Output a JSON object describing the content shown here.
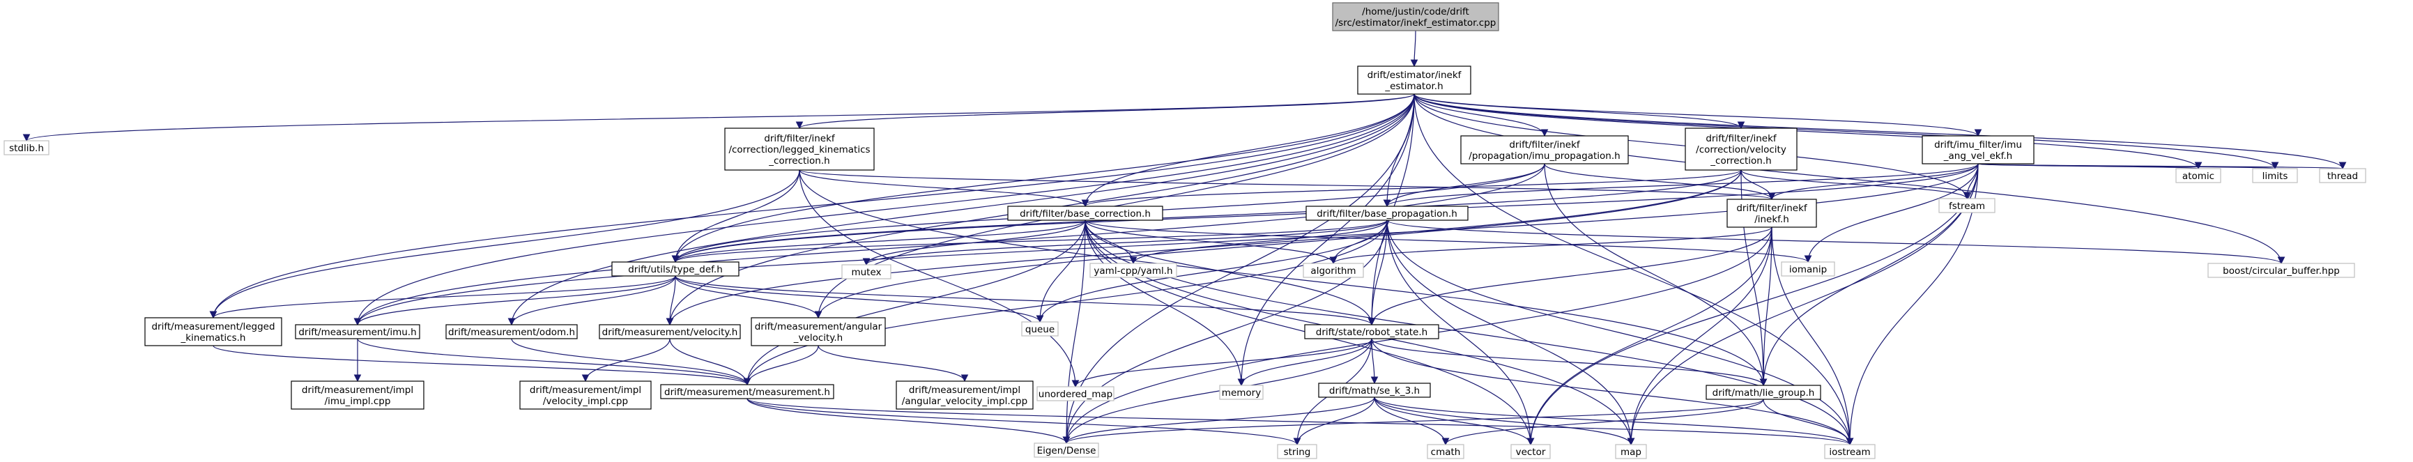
{
  "graph": {
    "root": {
      "lines": [
        "/home/justin/code/drift",
        "/src/estimator/inekf_estimator.cpp"
      ]
    },
    "estimator_h": {
      "lines": [
        "drift/estimator/inekf",
        "_estimator.h"
      ]
    },
    "stdlib": {
      "lines": [
        "stdlib.h"
      ]
    },
    "legged_corr": {
      "lines": [
        "drift/filter/inekf",
        "/correction/legged_kinematics",
        "_correction.h"
      ]
    },
    "imu_prop": {
      "lines": [
        "drift/filter/inekf",
        "/propagation/imu_propagation.h"
      ]
    },
    "vel_corr": {
      "lines": [
        "drift/filter/inekf",
        "/correction/velocity",
        "_correction.h"
      ]
    },
    "imu_filter": {
      "lines": [
        "drift/imu_filter/imu",
        "_ang_vel_ekf.h"
      ]
    },
    "base_corr": {
      "lines": [
        "drift/filter/base_correction.h"
      ]
    },
    "base_prop": {
      "lines": [
        "drift/filter/base_propagation.h"
      ]
    },
    "inekf_h": {
      "lines": [
        "drift/filter/inekf",
        "/inekf.h"
      ]
    },
    "fstream": {
      "lines": [
        "fstream"
      ]
    },
    "atomic": {
      "lines": [
        "atomic"
      ]
    },
    "limits": {
      "lines": [
        "limits"
      ]
    },
    "thread": {
      "lines": [
        "thread"
      ]
    },
    "type_def": {
      "lines": [
        "drift/utils/type_def.h"
      ]
    },
    "mutex": {
      "lines": [
        "mutex"
      ]
    },
    "yaml": {
      "lines": [
        "yaml-cpp/yaml.h"
      ]
    },
    "algorithm": {
      "lines": [
        "algorithm"
      ]
    },
    "iomanip": {
      "lines": [
        "iomanip"
      ]
    },
    "circ_buf": {
      "lines": [
        "boost/circular_buffer.hpp"
      ]
    },
    "meas_legged": {
      "lines": [
        "drift/measurement/legged",
        "_kinematics.h"
      ]
    },
    "meas_imu": {
      "lines": [
        "drift/measurement/imu.h"
      ]
    },
    "meas_odom": {
      "lines": [
        "drift/measurement/odom.h"
      ]
    },
    "meas_vel": {
      "lines": [
        "drift/measurement/velocity.h"
      ]
    },
    "meas_angvel": {
      "lines": [
        "drift/measurement/angular",
        "_velocity.h"
      ]
    },
    "queue": {
      "lines": [
        "queue"
      ]
    },
    "robot_state": {
      "lines": [
        "drift/state/robot_state.h"
      ]
    },
    "imu_impl": {
      "lines": [
        "drift/measurement/impl",
        "/imu_impl.cpp"
      ]
    },
    "vel_impl": {
      "lines": [
        "drift/measurement/impl",
        "/velocity_impl.cpp"
      ]
    },
    "angvel_impl": {
      "lines": [
        "drift/measurement/impl",
        "/angular_velocity_impl.cpp"
      ]
    },
    "measurement": {
      "lines": [
        "drift/measurement/measurement.h"
      ]
    },
    "unordered_map": {
      "lines": [
        "unordered_map"
      ]
    },
    "memory": {
      "lines": [
        "memory"
      ]
    },
    "se_k_3": {
      "lines": [
        "drift/math/se_k_3.h"
      ]
    },
    "lie_group": {
      "lines": [
        "drift/math/lie_group.h"
      ]
    },
    "eigen": {
      "lines": [
        "Eigen/Dense"
      ]
    },
    "string": {
      "lines": [
        "string"
      ]
    },
    "cmath": {
      "lines": [
        "cmath"
      ]
    },
    "vector": {
      "lines": [
        "vector"
      ]
    },
    "map": {
      "lines": [
        "map"
      ]
    },
    "iostream": {
      "lines": [
        "iostream"
      ]
    }
  }
}
